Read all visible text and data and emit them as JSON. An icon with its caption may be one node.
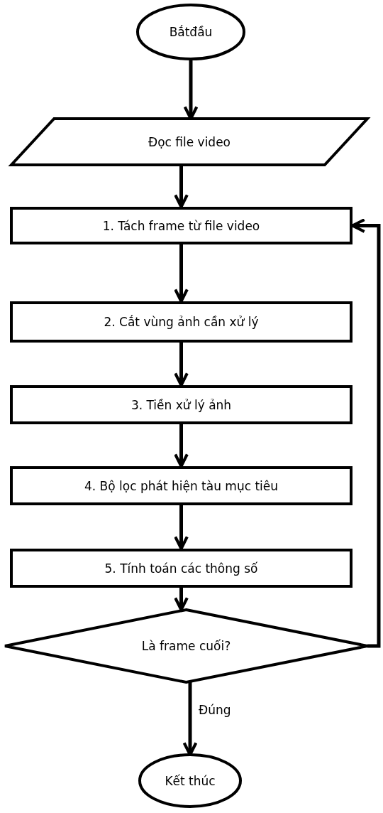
{
  "diagram": {
    "nodes": [
      {
        "text": [
          "Bắtđầu"
        ]
      },
      {
        "text": [
          "Đọc file video"
        ]
      },
      {
        "text": [
          "1. Tách frame từ file video"
        ]
      },
      {
        "text": [
          "2. Cắt vùng ảnh cần xử lý"
        ]
      },
      {
        "text": [
          "3. Tiền xử lý ảnh"
        ]
      },
      {
        "text": [
          "4. Bộ lọc phát hiện tàu mục tiêu"
        ]
      },
      {
        "text": [
          "5. Tính toán các thông số"
        ]
      },
      {
        "text": [
          "Là frame cuối?"
        ]
      },
      {
        "text": [
          "Kết thúc"
        ]
      }
    ],
    "edges": [
      {
        "from": 0,
        "to": 1,
        "arrow": "to"
      },
      {
        "from": 1,
        "to": 2,
        "arrow": "to"
      },
      {
        "from": 2,
        "to": 3,
        "arrow": "to"
      },
      {
        "from": 3,
        "to": 4,
        "arrow": "to"
      },
      {
        "from": 4,
        "to": 5,
        "arrow": "to"
      },
      {
        "from": 5,
        "to": 6,
        "arrow": "to"
      },
      {
        "from": 6,
        "to": 7,
        "arrow": "to"
      },
      {
        "from": 7,
        "to": 8,
        "arrow": "to",
        "label": "Đúng"
      },
      {
        "from": 7,
        "to": 2,
        "arrow": "to"
      }
    ]
  }
}
